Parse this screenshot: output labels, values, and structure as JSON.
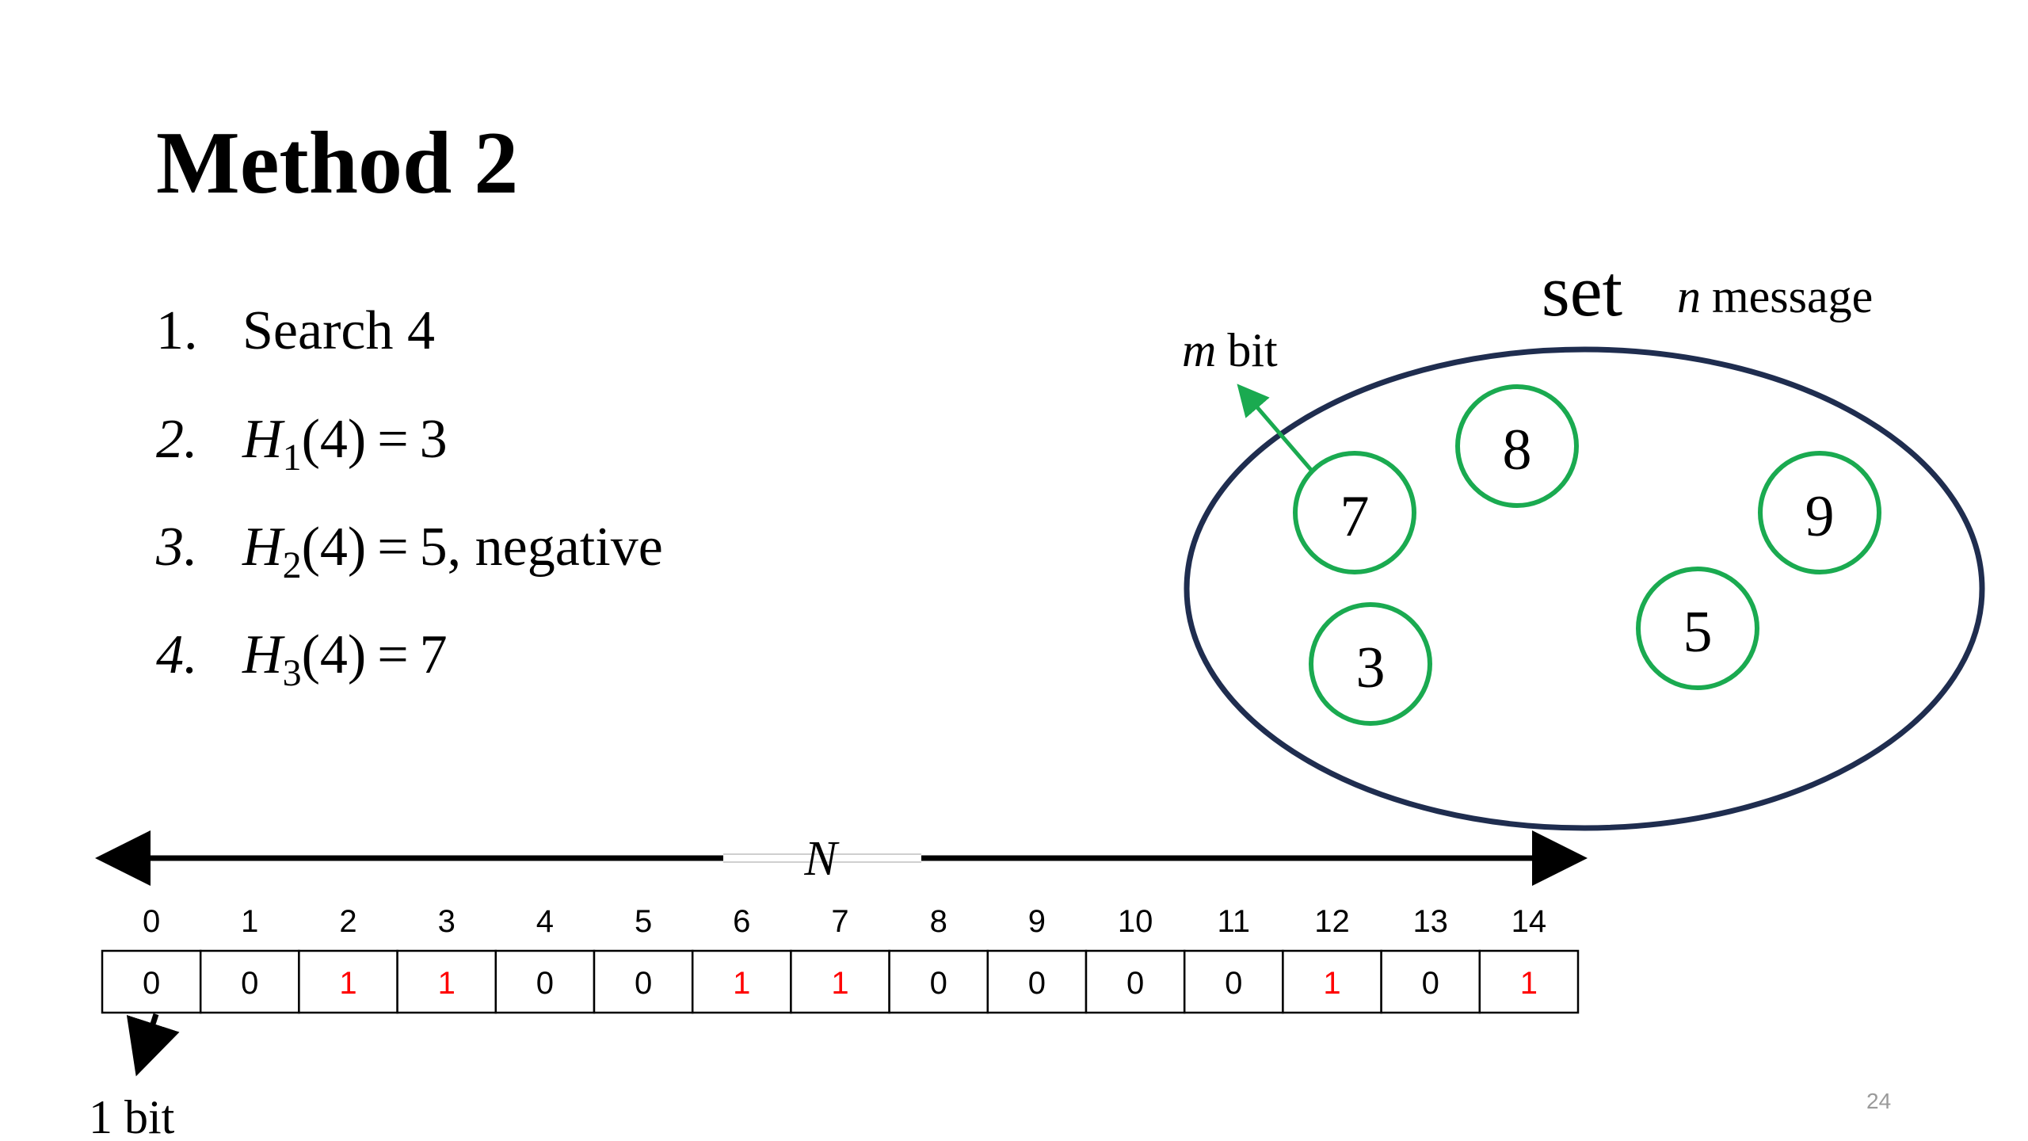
{
  "slide": {
    "title": "Method 2",
    "page_number": "24"
  },
  "steps": [
    {
      "num": "1.",
      "text": "Search 4"
    },
    {
      "num": "2.",
      "fn": "H",
      "sub": "1",
      "arg": "(4)",
      "eq": "=",
      "val": "3"
    },
    {
      "num": "3.",
      "fn": "H",
      "sub": "2",
      "arg": "(4)",
      "eq": "=",
      "val": "5, negative"
    },
    {
      "num": "4.",
      "fn": "H",
      "sub": "3",
      "arg": "(4)",
      "eq": "=",
      "val": "7"
    }
  ],
  "set_diagram": {
    "label": "set",
    "n_var": "n",
    "n_text": "message",
    "m_var": "m",
    "m_text": "bit",
    "elements": [
      "7",
      "8",
      "9",
      "3",
      "5"
    ],
    "ellipse_color": "#1f2d4f",
    "element_color": "#1aaa50"
  },
  "bit_array": {
    "length_label": "N",
    "bit_label": "1 bit",
    "indices": [
      "0",
      "1",
      "2",
      "3",
      "4",
      "5",
      "6",
      "7",
      "8",
      "9",
      "10",
      "11",
      "12",
      "13",
      "14"
    ],
    "values": [
      "0",
      "0",
      "1",
      "1",
      "0",
      "0",
      "1",
      "1",
      "0",
      "0",
      "0",
      "0",
      "1",
      "0",
      "1"
    ],
    "highlight_color": "#ff0000"
  }
}
